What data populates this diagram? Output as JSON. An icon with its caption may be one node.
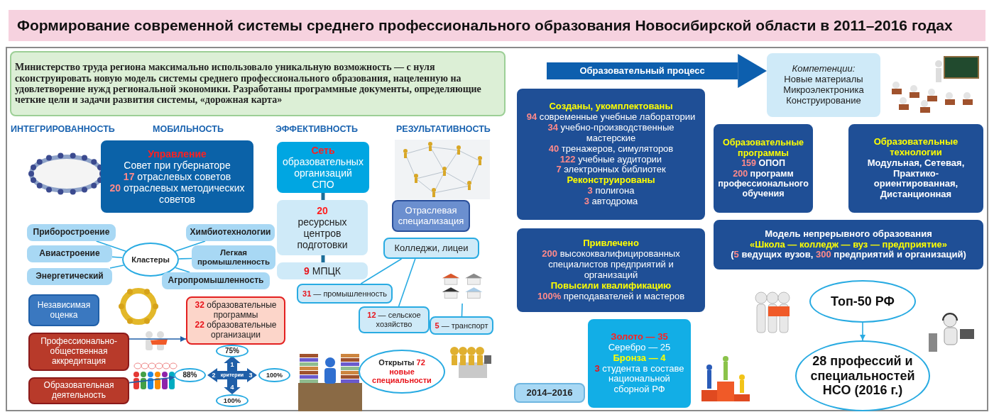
{
  "diagram": {
    "title": "Формирование современной системы среднего профессионального образования Новосибирской области в 2011–2016 годах",
    "nodes": [
      {
        "text": [
          "Министерство труда региона максимально использовало уникальную возможность — с нуля сконструировать новую модель системы среднего профессионального образования, нацеленную на удовлетворение нужд региональной экономики. Разработаны программные документы, определяющие четкие цели и задачи развития системы, «дорожная карта»"
        ]
      },
      {
        "text": [
          "Управление",
          "Совет при губернаторе",
          "**17** отраслевых советов",
          "**20** отраслевых методических советов"
        ]
      },
      {
        "text": [
          "Приборостроение"
        ]
      },
      {
        "text": [
          "Авиастроение"
        ]
      },
      {
        "text": [
          "Энергетический"
        ]
      },
      {
        "text": [
          "Кластеры"
        ]
      },
      {
        "text": [
          "Химбиотехнологии"
        ]
      },
      {
        "text": [
          "Легкая промышленность"
        ]
      },
      {
        "text": [
          "Агропромышленность"
        ]
      },
      {
        "text": [
          "Независимая оценка"
        ]
      },
      {
        "text": [
          "Профессионально-общественная аккредитация"
        ]
      },
      {
        "text": [
          "Образовательная деятельность"
        ]
      },
      {
        "text": [
          "**32** образовательные программы",
          "**22** образовательные организации"
        ]
      },
      {
        "text": [
          "1",
          "2",
          "критерии",
          "3",
          "4"
        ]
      },
      {
        "text": [
          "75%"
        ]
      },
      {
        "text": [
          "88%"
        ]
      },
      {
        "text": [
          "100%"
        ]
      },
      {
        "text": [
          "100%"
        ]
      },
      {
        "text": [
          "Сеть",
          "образовательных организаций СПО"
        ]
      },
      {
        "text": [
          "20",
          "ресурсных центров подготовки"
        ]
      },
      {
        "text": [
          "**9** МПЦК"
        ]
      },
      {
        "text": [
          "Отраслевая специализация"
        ]
      },
      {
        "text": [
          "Колледжи, лицеи"
        ]
      },
      {
        "text": [
          "**31** — промышленность"
        ]
      },
      {
        "text": [
          "**12** — сельское хозяйство"
        ]
      },
      {
        "text": [
          "**5** — транспорт"
        ]
      },
      {
        "text": [],
        "shape": "picture"
      },
      {
        "text": [
          "Открыты **72 новые специальности**"
        ]
      },
      {
        "text": [
          "Компетенции:",
          "Новые материалы",
          "Микроэлектроника",
          "Конструирование"
        ]
      },
      {
        "text": [
          "Созданы, укомплектованы",
          "**94** современные учебные лаборатории",
          "**34** учебно-производственные мастерские",
          "**40** тренажеров, симуляторов",
          "**122** учебные аудитории",
          "**7** электронных библиотек",
          "Реконструированы",
          "**3** полигона",
          "**3** автодрома"
        ]
      },
      {
        "text": [
          "Образовательные программы",
          "**159** ОПОП",
          "**200** программ профессионального обучения"
        ]
      },
      {
        "text": [
          "Образовательные технологии",
          "Модульная, Сетевая, Практико-ориентированная, Дистанционная"
        ]
      },
      {
        "text": [
          "Привлечено",
          "**200** высококвалифицированных специалистов предприятий и организаций",
          "Повысили квалификацию",
          "**100%** преподавателей и мастеров"
        ]
      },
      {
        "text": [
          "Модель непрерывного образования",
          "«Школа — колледж — вуз — предприятие»",
          "(**5** ведущих вузов, **300** предприятий и организаций)"
        ]
      },
      {
        "text": [
          "2014–2016"
        ]
      },
      {
        "text": [
          "Золото — 35",
          "Серебро — 25",
          "Бронза — 4",
          "**3** студента в составе национальной сборной РФ"
        ]
      },
      {
        "text": [
          "Топ-50 РФ"
        ]
      },
      {
        "text": [
          "28 профессий и специальностей НСО (2016 г.)"
        ]
      }
    ],
    "edges": [
      {
        "from": null,
        "to": 28,
        "arrow": "to",
        "label": "Образовательный процесс",
        "style": "thick",
        "color": "#0d5fae"
      },
      {
        "from": 5,
        "to": 2,
        "arrow": "none"
      },
      {
        "from": 5,
        "to": 3,
        "arrow": "none"
      },
      {
        "from": 5,
        "to": 4,
        "arrow": "none"
      },
      {
        "from": 5,
        "to": 6,
        "arrow": "none"
      },
      {
        "from": 5,
        "to": 7,
        "arrow": "none"
      },
      {
        "from": 5,
        "to": 8,
        "arrow": "none"
      },
      {
        "from": 10,
        "to": 12,
        "arrow": "to",
        "color": "#1f5fa8"
      },
      {
        "from": 11,
        "to": 15,
        "arrow": "to",
        "color": "#1f5fa8"
      },
      {
        "from": 18,
        "to": 19,
        "arrow": "none",
        "style": "thick",
        "color": "#1d6f9a"
      },
      {
        "from": 19,
        "to": 20,
        "arrow": "none",
        "style": "thick",
        "color": "#1d6f9a"
      },
      {
        "from": 22,
        "to": 23,
        "arrow": "none"
      },
      {
        "from": 22,
        "to": 24,
        "arrow": "none"
      },
      {
        "from": 25,
        "to": 26,
        "arrow": "none"
      },
      {
        "from": 36,
        "to": 37,
        "arrow": "to"
      }
    ],
    "labels": [
      "ИНТЕГРИРОВАННОСТЬ",
      "МОБИЛЬНОСТЬ",
      "ЭФФЕКТИВНОСТЬ",
      "РЕЗУЛЬТАТИВНОСТЬ"
    ]
  }
}
